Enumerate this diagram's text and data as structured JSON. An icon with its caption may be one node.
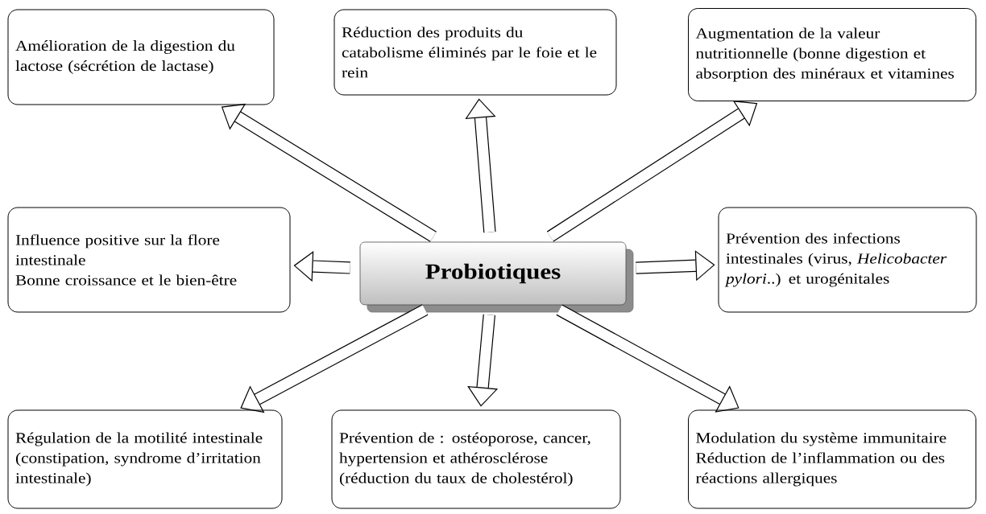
{
  "diagram": {
    "nodes": [
      {
        "text": [
          "Probiotiques"
        ]
      },
      {
        "text": [
          "Amélioration de la digestion du lactose (sécrétion de lactase)"
        ]
      },
      {
        "text": [
          "Réduction des produits du catabolisme éliminés par le foie et le rein"
        ]
      },
      {
        "text": [
          "Augmentation de la valeur nutritionnelle (bonne digestion et absorption des minéraux et vitamines"
        ]
      },
      {
        "text": [
          "Influence positive sur la flore intestinale",
          "Bonne croissance et le bien-être"
        ]
      },
      {
        "text": [
          "Prévention des infections intestinales (virus, *Helicobacter pylori*..) et urogénitales"
        ]
      },
      {
        "text": [
          "Régulation de la motilité intestinale (constipation, syndrome d’irritation intestinale)"
        ]
      },
      {
        "text": [
          "Prévention de : ostéoporose, cancer, hypertension et athérosclérose (réduction du taux de cholestérol)"
        ]
      },
      {
        "text": [
          "Modulation du système immunitaire",
          "Réduction de l’inflammation ou des réactions allergiques"
        ]
      }
    ],
    "edges": [
      {
        "from": 0,
        "to": 1,
        "arrow": "to"
      },
      {
        "from": 0,
        "to": 2,
        "arrow": "to"
      },
      {
        "from": 0,
        "to": 3,
        "arrow": "to"
      },
      {
        "from": 0,
        "to": 4,
        "arrow": "to"
      },
      {
        "from": 0,
        "to": 5,
        "arrow": "to"
      },
      {
        "from": 0,
        "to": 6,
        "arrow": "to"
      },
      {
        "from": 0,
        "to": 7,
        "arrow": "to"
      },
      {
        "from": 0,
        "to": 8,
        "arrow": "to"
      }
    ]
  }
}
